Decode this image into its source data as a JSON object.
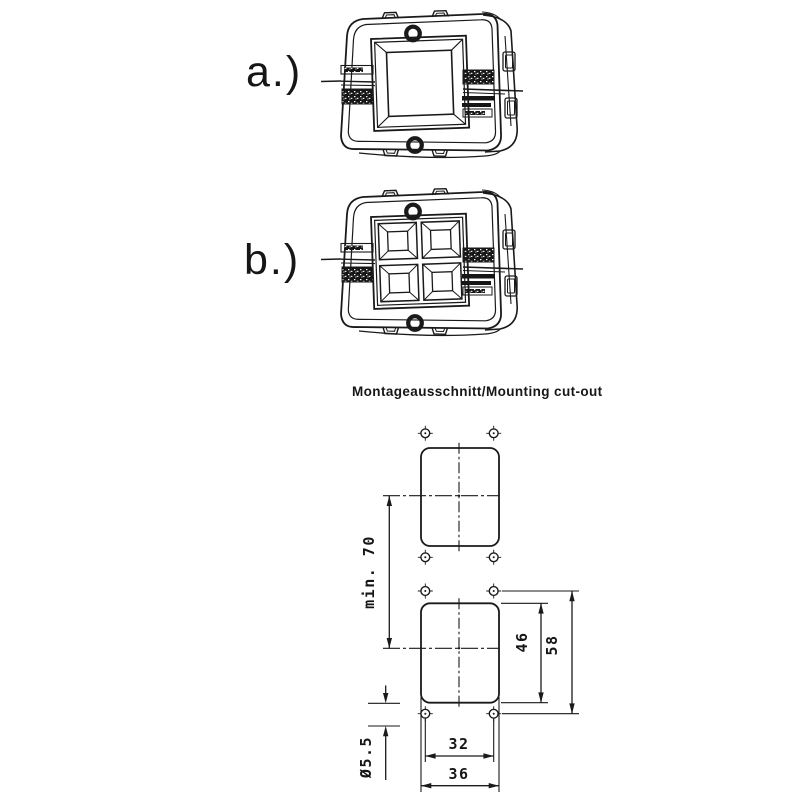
{
  "page": {
    "background": "#ffffff",
    "line_color": "#1a1a1a"
  },
  "figures": {
    "a": {
      "label": "a.)"
    },
    "b": {
      "label": "b.)"
    }
  },
  "cutout": {
    "title": "Montageausschnitt/Mounting cut-out",
    "dims": {
      "min_spacing": "min. 70",
      "cutout_height": "46",
      "hole_spacing_vertical": "58",
      "hole_spacing_horizontal": "32",
      "cutout_width": "36",
      "hole_diameter": "Ø5.5"
    }
  }
}
